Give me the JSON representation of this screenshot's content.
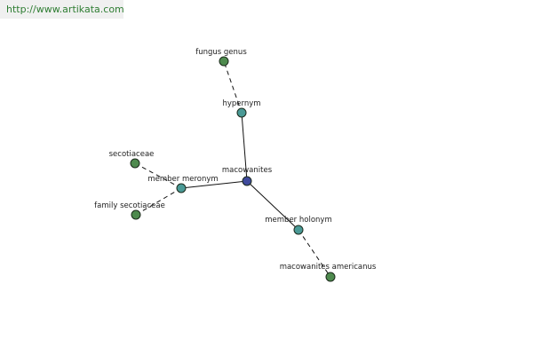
{
  "watermark": {
    "url": "http://www.artikata.com"
  },
  "colors": {
    "center_node": "#3f4a9c",
    "relation_node": "#4a9a96",
    "term_node": "#4e8a4e"
  },
  "graph": {
    "nodes": [
      {
        "id": "macowanites",
        "label": "macowanites",
        "kind": "center"
      },
      {
        "id": "hypernym",
        "label": "hypernym",
        "kind": "relation"
      },
      {
        "id": "fungus-genus",
        "label": "fungus genus",
        "kind": "term"
      },
      {
        "id": "member-meronym",
        "label": "member meronym",
        "kind": "relation"
      },
      {
        "id": "secotiaceae",
        "label": "secotiaceae",
        "kind": "term"
      },
      {
        "id": "family-secotiaceae",
        "label": "family secotiaceae",
        "kind": "term"
      },
      {
        "id": "member-holonym",
        "label": "member holonym",
        "kind": "relation"
      },
      {
        "id": "macowanites-americanus",
        "label": "macowanites americanus",
        "kind": "term"
      }
    ],
    "edges": [
      {
        "from": "macowanites",
        "to": "hypernym",
        "style": "solid"
      },
      {
        "from": "hypernym",
        "to": "fungus-genus",
        "style": "dashed"
      },
      {
        "from": "macowanites",
        "to": "member-meronym",
        "style": "solid"
      },
      {
        "from": "member-meronym",
        "to": "secotiaceae",
        "style": "dashed"
      },
      {
        "from": "member-meronym",
        "to": "family-secotiaceae",
        "style": "dashed"
      },
      {
        "from": "macowanites",
        "to": "member-holonym",
        "style": "solid"
      },
      {
        "from": "member-holonym",
        "to": "macowanites-americanus",
        "style": "dashed"
      }
    ]
  }
}
